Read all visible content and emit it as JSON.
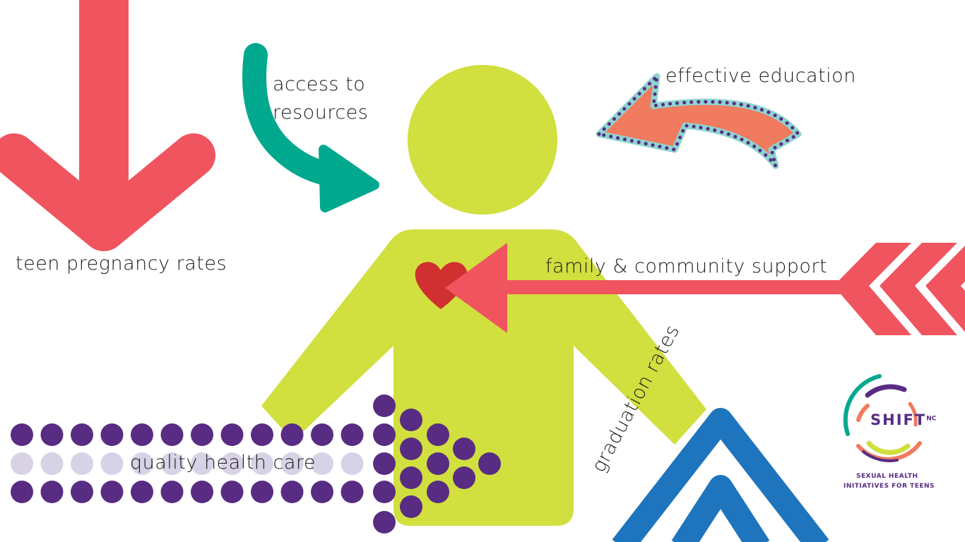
{
  "labels": {
    "teen_pregnancy": "teen pregnancy rates",
    "access_line1": "access to",
    "access_line2": "resources",
    "effective_education": "effective education",
    "family_support": "family & community support",
    "quality_health": "quality health care",
    "graduation": "graduation rates"
  },
  "logo": {
    "name": "SHIFT",
    "superscript": "NC",
    "tagline_line1": "SEXUAL HEALTH",
    "tagline_line2": "INITIATIVES FOR TEENS"
  },
  "colors": {
    "figure": "#d1df3f",
    "red_arrow": "#f0545f",
    "teal_arrow": "#00a88e",
    "salmon_arrow": "#f07b5e",
    "cyan_border": "#8fd4cf",
    "dot_purple": "#582c83",
    "dot_light": "#d8d2e6",
    "heart": "#d0302f",
    "chevron_blue": "#1e74bd"
  }
}
